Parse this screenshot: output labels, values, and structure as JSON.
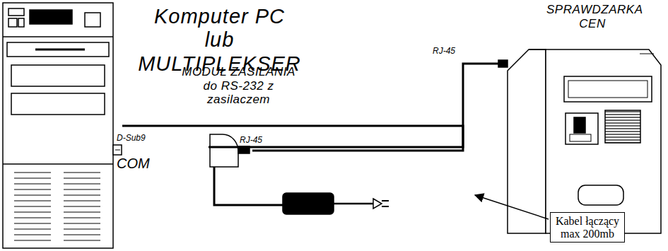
{
  "diagram": {
    "nodes": [
      {
        "text": [
          "Komputer PC lub MULTIPLEKSER"
        ]
      },
      {
        "text": [
          "MODUŁ ZASILANIA do RS-232 z zasilaczem"
        ]
      },
      {
        "text": [
          "SPRAWDZARKA CEN"
        ]
      },
      {
        "text": [
          "Kabel łączący max 200mb"
        ]
      }
    ],
    "edges": [
      {
        "from": 0,
        "to": 1,
        "arrow": "none"
      },
      {
        "from": 1,
        "to": 2,
        "arrow": "none"
      }
    ],
    "labels": [
      "D-Sub9",
      "COM",
      "RJ-45",
      "RJ-45"
    ]
  }
}
